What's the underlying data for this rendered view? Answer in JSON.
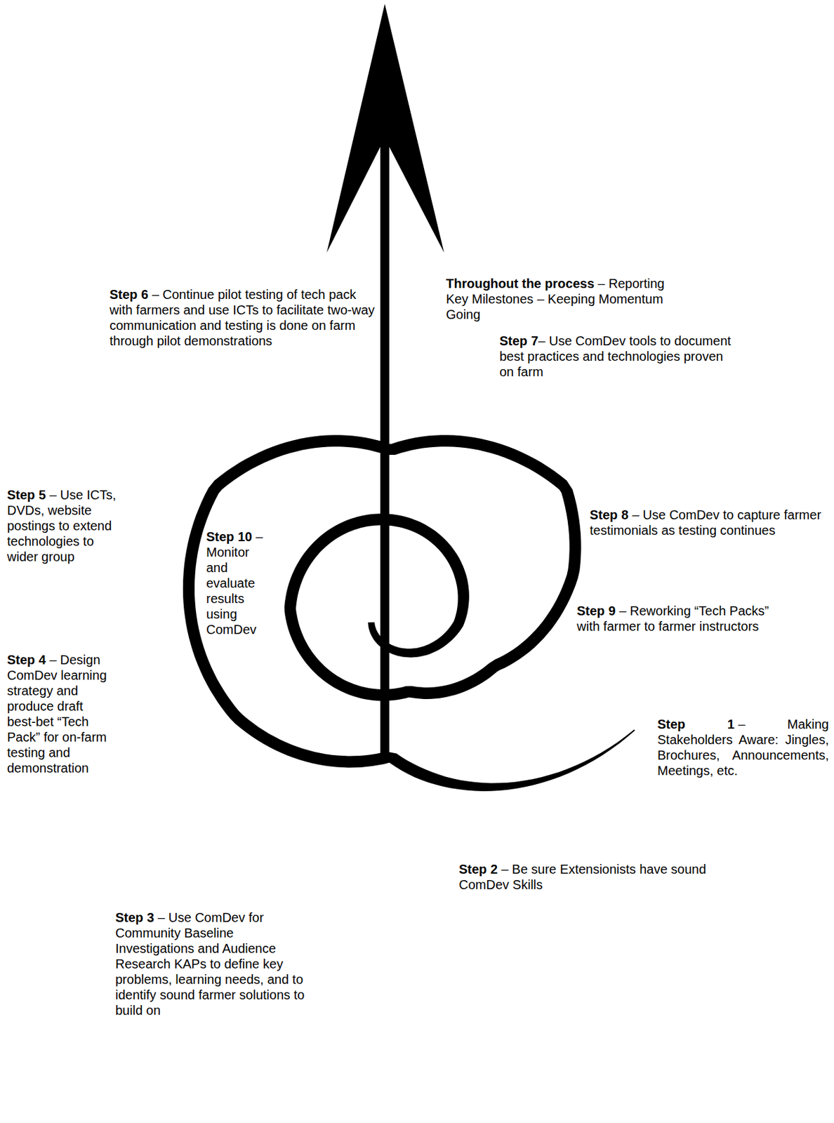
{
  "diagram": {
    "labels": [
      "Throughout the process",
      "– Reporting Key Milestones – Keeping Momentum Going",
      "Step 6",
      "– Continue pilot testing of tech pack with farmers and use ICTs to facilitate two-way communication and testing is done on farm through pilot demonstrations",
      "Step 7",
      "– Use ComDev tools to document best practices and technologies proven on farm",
      "Step 5",
      "– Use ICTs, DVDs, website postings to extend technologies to wider group",
      "Step 8",
      "– Use ComDev to capture farmer testimonials as testing continues",
      "Step 10",
      "– Monitor and evaluate results using ComDev",
      "Step 9",
      "– Reworking “Tech Packs” with farmer to farmer instructors",
      "Step 4",
      "– Design ComDev learning strategy and produce draft best-bet “Tech Pack” for on-farm testing and demonstration",
      "Step 1",
      "– Making Stakeholders Aware: Jingles, Brochures, Announcements, Meetings, etc.",
      "Step 2",
      "– Be sure Extensionists have sound ComDev Skills",
      "Step 3",
      "– Use ComDev for Community Baseline Investigations and Audience Research KAPs to define key problems, learning needs, and to identify sound farmer solutions to build on"
    ]
  }
}
